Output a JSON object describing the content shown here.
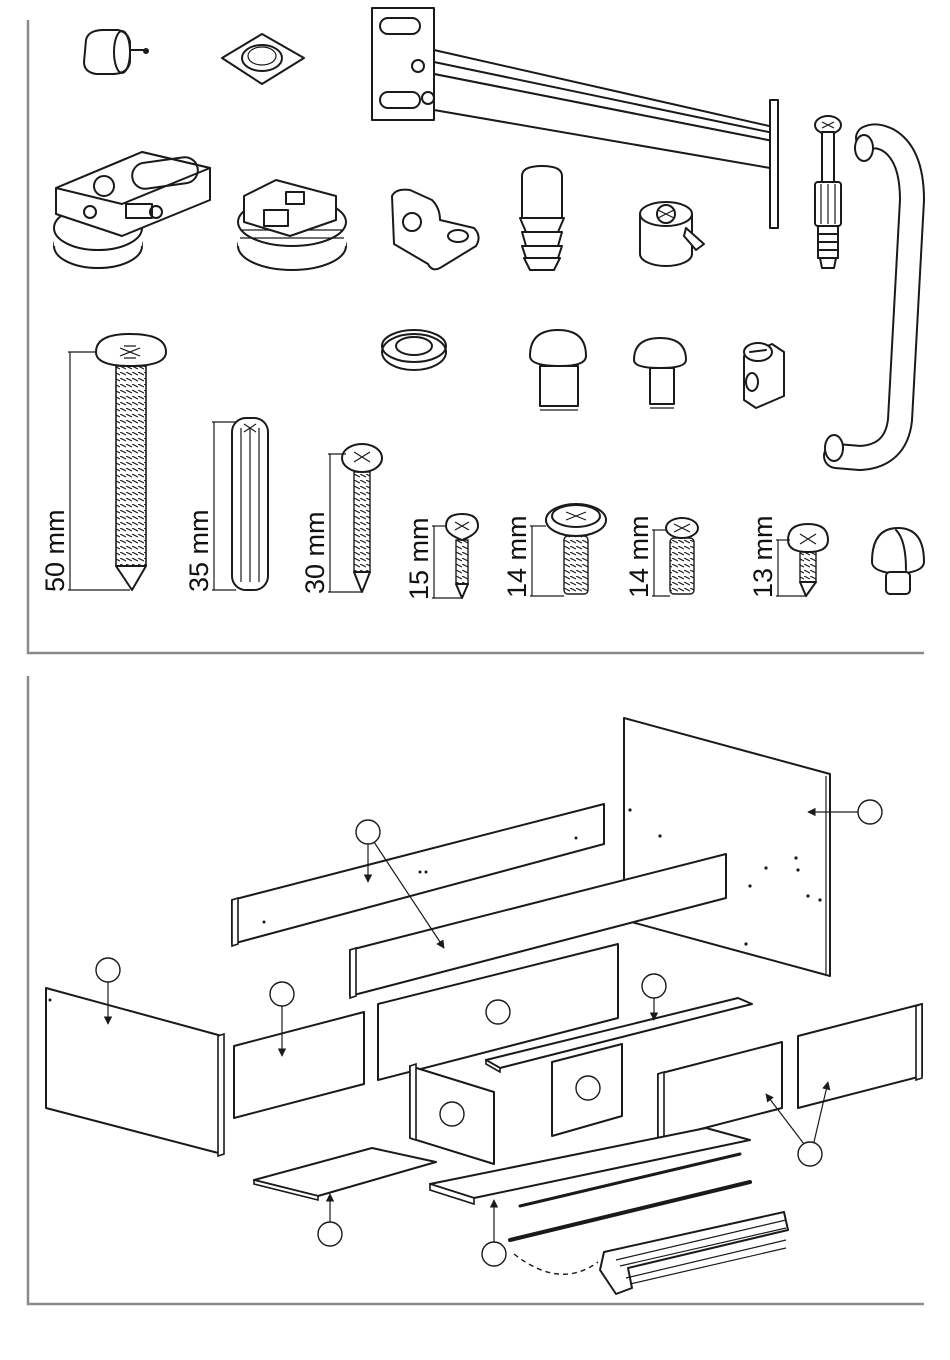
{
  "hardware": {
    "dimensions": [
      "50 mm",
      "35 mm",
      "30 mm",
      "15 mm",
      "14 mm",
      "14 mm",
      "13 mm"
    ]
  },
  "icons": [
    "knob-icon",
    "felt-pad-icon",
    "shelf-bracket-icon",
    "bolt-connector-icon",
    "handle-icon",
    "cam-lock-icon",
    "angle-bracket-icon",
    "dowel-icon",
    "cam-fitting-icon",
    "washer-icon",
    "shelf-pin-icon",
    "barrel-nut-icon",
    "screw-icon",
    "wooden-dowel-icon",
    "stopper-icon",
    "rail-profile-icon"
  ],
  "colors": {
    "line": "#1a1a1a",
    "frame": "#8a8a8a",
    "background": "#ffffff"
  }
}
